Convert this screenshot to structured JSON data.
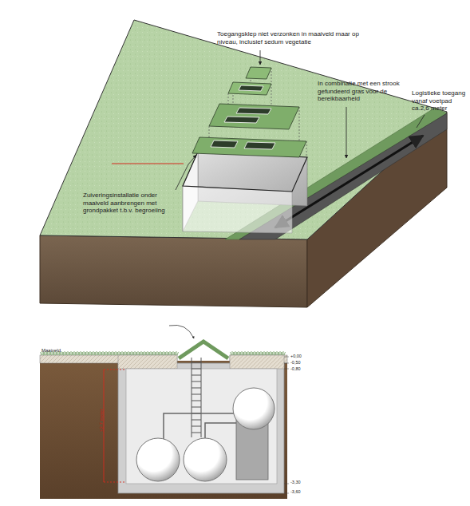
{
  "diagram": {
    "labels": [
      "Toegangsklep niet verzonken in maaiveld maar op niveau, inclusief sedum vegetatie",
      "In combinatie met een strook gefundeerd gras voor de bereikbaarheid",
      "Logistieke toegang vanaf voetpad ca.2,6 meter",
      "Zuiveringsinstallatie onder maaiveld aanbrengen met grondpakket t.b.v. begroeiing",
      "Maaiveld",
      "+0,00",
      "-0,50",
      "-0,80",
      "±2,7 meter",
      "-3,30",
      "-3,60"
    ]
  }
}
